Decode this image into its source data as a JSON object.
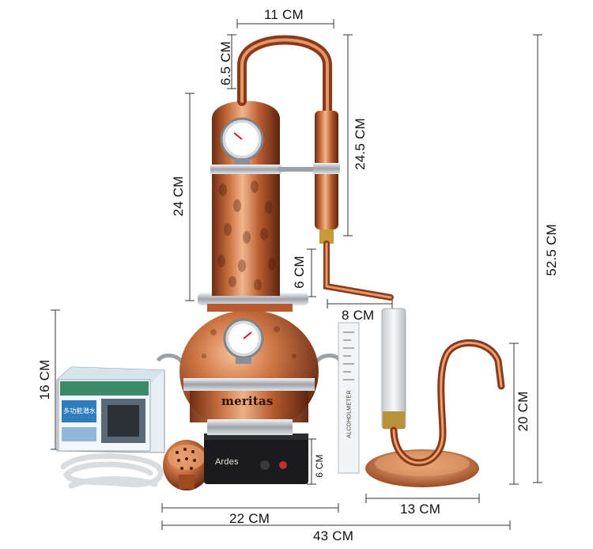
{
  "dimensions": {
    "top_width": "11 CM",
    "top_height": "6.5 CM",
    "column_height": "24 CM",
    "condenser_height": "24.5 CM",
    "total_height": "52.5 CM",
    "outlet_height": "6 CM",
    "outlet_length": "8 CM",
    "pump_height": "16 CM",
    "stand_height": "20 CM",
    "stand_width": "13 CM",
    "stove_height": "6 CM",
    "base_width": "22 CM",
    "total_width": "43 CM"
  },
  "product_text": {
    "boiler_brand": "meritas",
    "stove_brand": "Ardes",
    "hydrometer_label": "ALCOHOLMETER",
    "pump_box_title": "多功能潜水泵"
  },
  "colors": {
    "copper": "#c8703f",
    "copper_dark": "#7a3418",
    "copper_light": "#f2b58c",
    "steel": "#c9cdd2",
    "stove_black": "#1b1b1d"
  }
}
